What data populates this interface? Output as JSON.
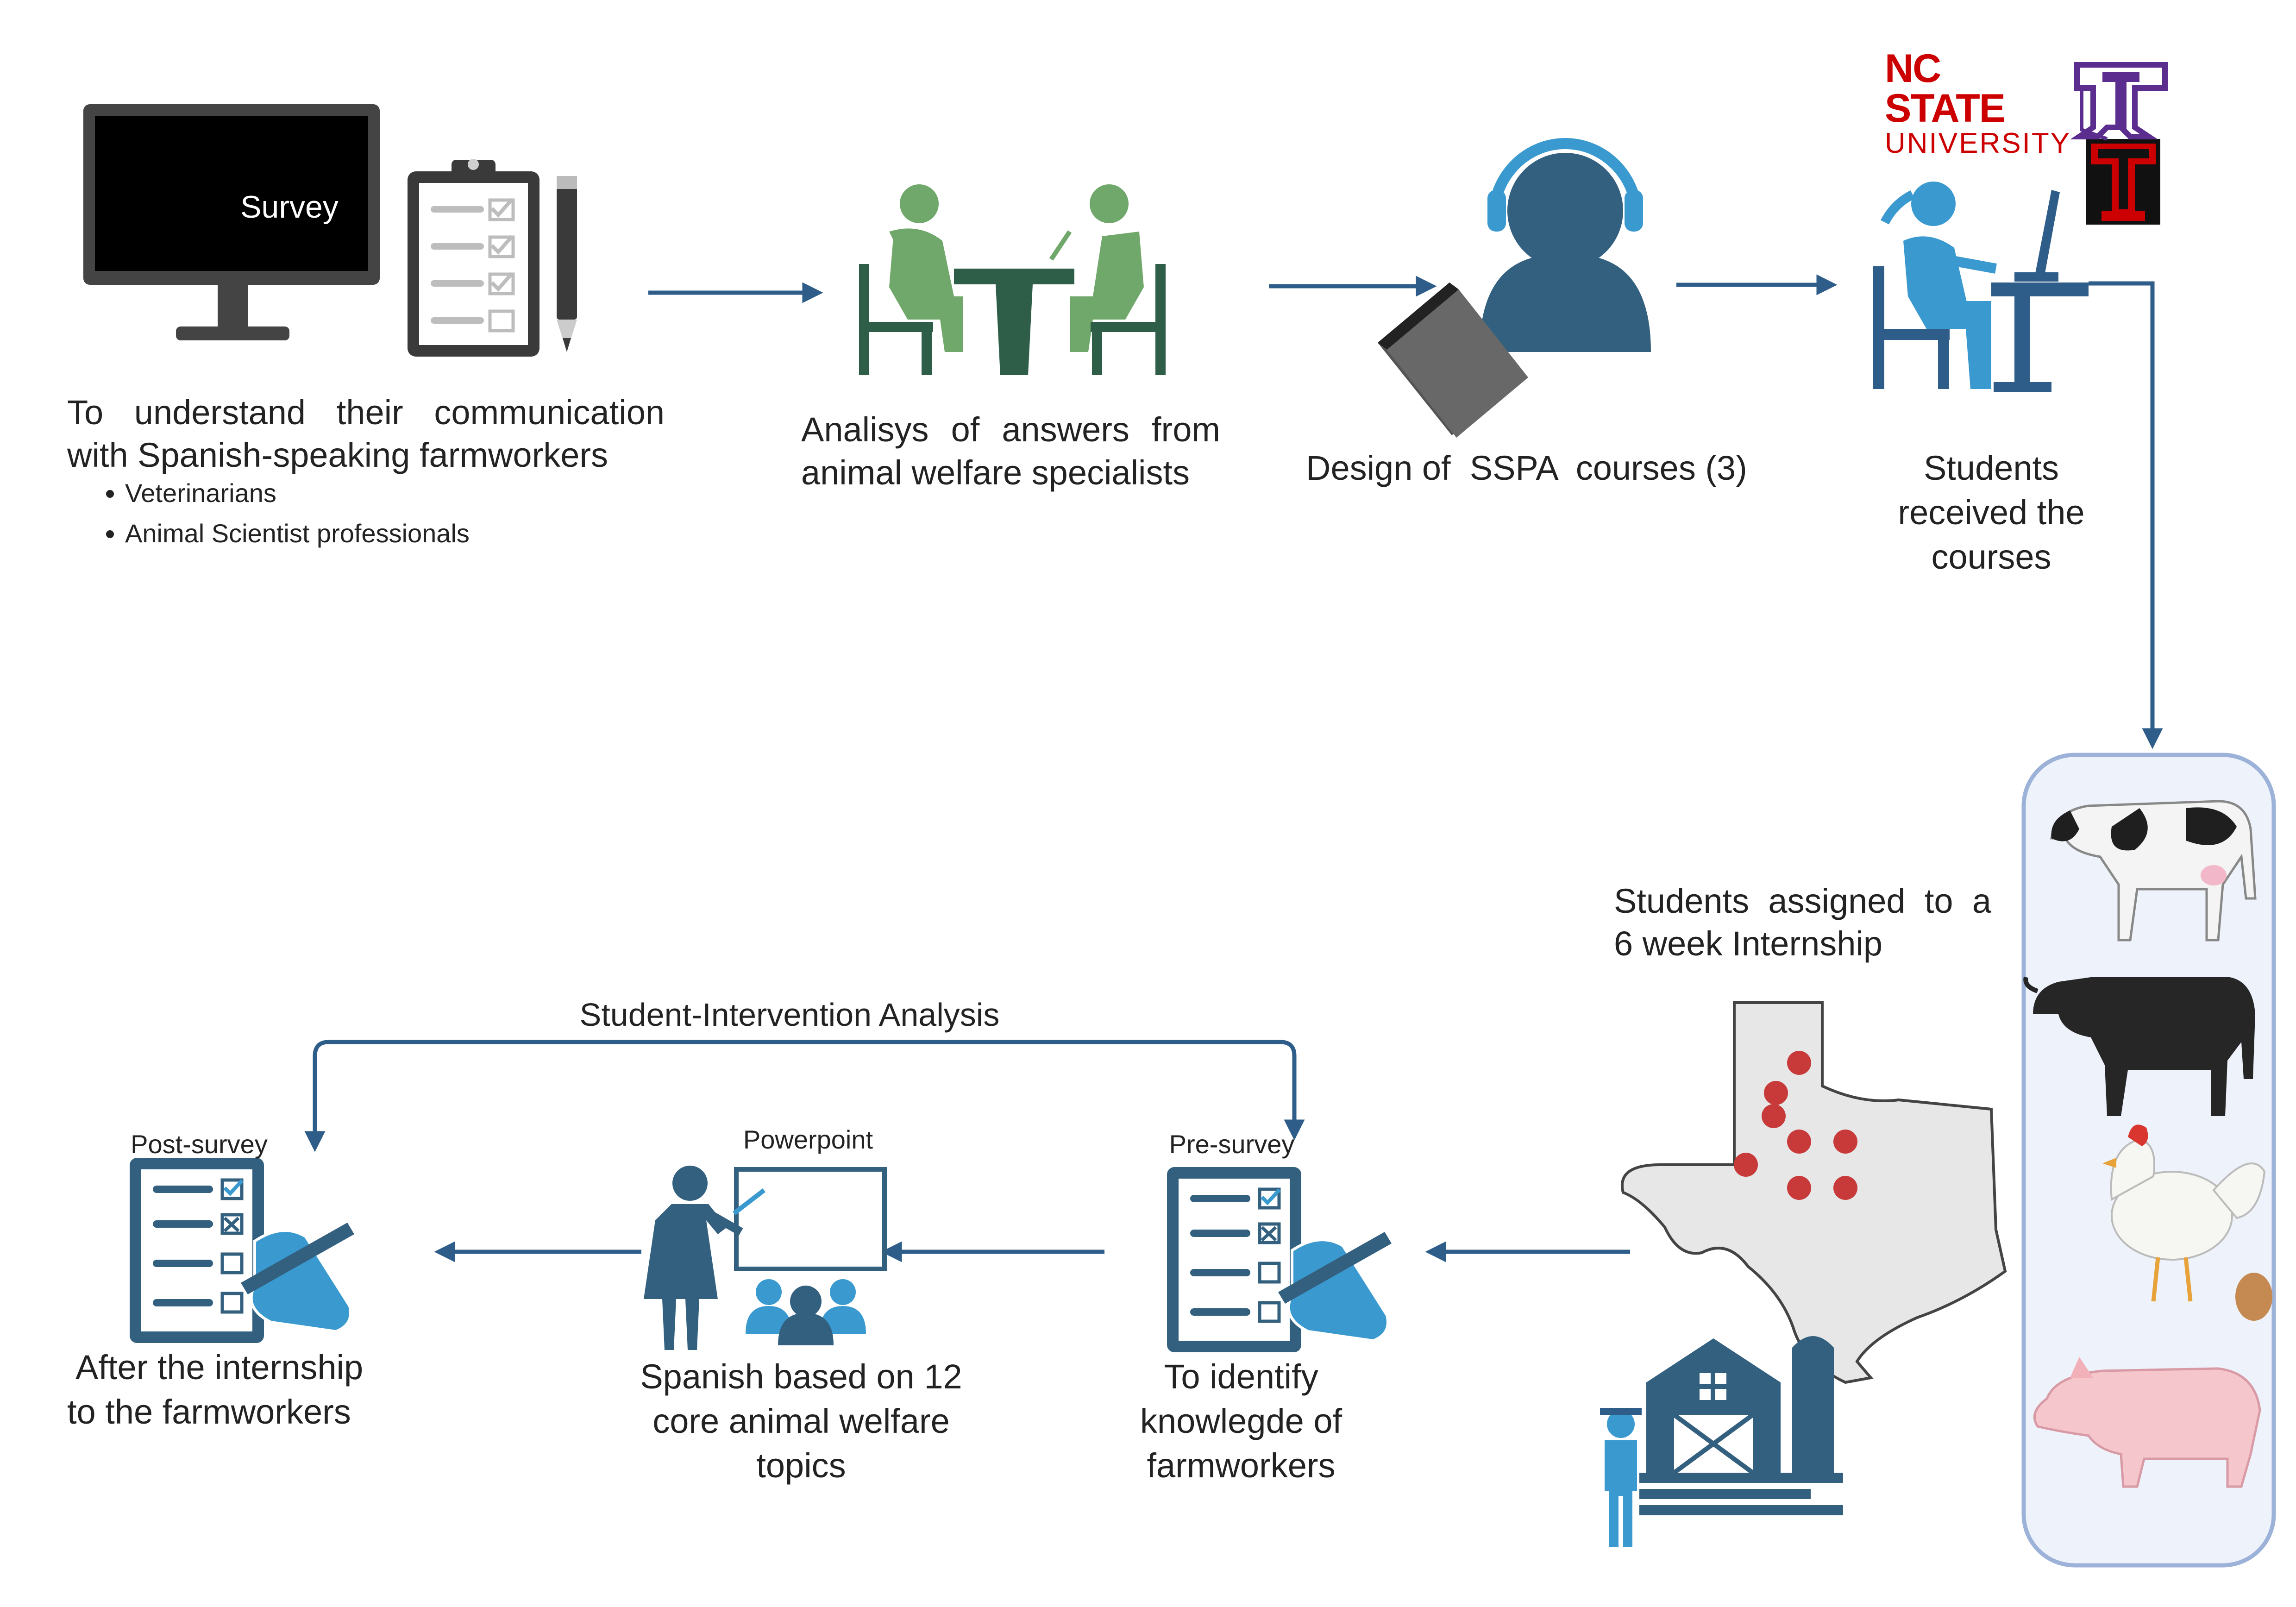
{
  "survey_screen_text": "Survey",
  "step1": {
    "line1": "To understand their communication",
    "line2": "with Spanish-speaking farmworkers",
    "bullets": [
      "Veterinarians",
      "Animal Scientist professionals"
    ]
  },
  "step2": {
    "line1": "Analisys of answers from",
    "line2": "animal welfare specialists"
  },
  "step3": {
    "text": "Design of  SSPA  courses (3)"
  },
  "step4": {
    "line1": "Students",
    "line2": "received the",
    "line3": "courses"
  },
  "logos": {
    "nc_line1": "NC STATE",
    "nc_line2": "UNIVERSITY"
  },
  "internship": {
    "line1": "Students  assigned  to  a",
    "line2": "6 week Internship"
  },
  "loop_label": "Student-Intervention Analysis",
  "post_survey": {
    "label": "Post-survey",
    "line1": "After the internship",
    "line2": "to the farmworkers"
  },
  "powerpoint": {
    "label": "Powerpoint",
    "line1": "Spanish based on 12",
    "line2": "core animal welfare",
    "line3": "topics"
  },
  "pre_survey": {
    "label": "Pre-survey",
    "line1": "To identify",
    "line2": "knowlegde of",
    "line3": "farmworkers"
  },
  "colors": {
    "arrow": "#2f5d8a",
    "green": "#6fa86a",
    "dark_green": "#2e5d48",
    "slate": "#33607f",
    "blue": "#3a99cf",
    "red_dot": "#c83a3a",
    "panel_bg": "#eef3fb",
    "panel_border": "#9db2d8"
  }
}
